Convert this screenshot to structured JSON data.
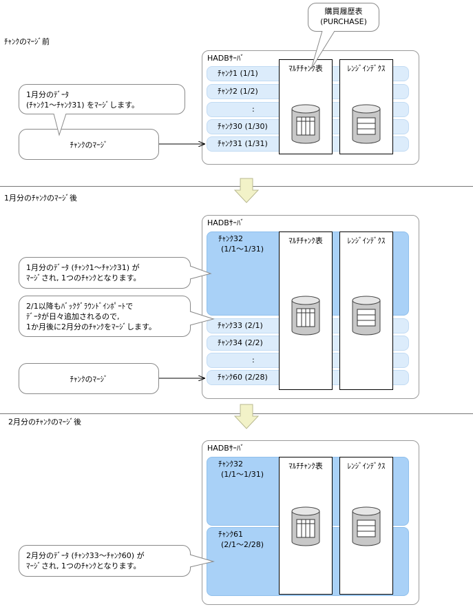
{
  "table_label": {
    "line1": "購買履歴表",
    "line2": "(PURCHASE)"
  },
  "section1": {
    "heading": "ﾁｬﾝｸのﾏｰｼﾞ前",
    "server_label": "HADBｻｰﾊﾞ",
    "chunks": [
      "ﾁｬﾝｸ1 (1/1)",
      "ﾁｬﾝｸ2 (1/2)",
      ":",
      "ﾁｬﾝｸ30 (1/30)",
      "ﾁｬﾝｸ31 (1/31)"
    ],
    "multi_chunk_table": "ﾏﾙﾁﾁｬﾝｸ表",
    "range_index": "ﾚﾝｼﾞｲﾝﾃﾞｸｽ",
    "callout": {
      "line1": "1月分のﾃﾞｰﾀ",
      "line2": "(ﾁｬﾝｸ1～ﾁｬﾝｸ31) をﾏｰｼﾞします。"
    },
    "action": "ﾁｬﾝｸのﾏｰｼﾞ"
  },
  "section2": {
    "heading": "1月分のﾁｬﾝｸのﾏｰｼﾞ後",
    "server_label": "HADBｻｰﾊﾞ",
    "merged_chunk": {
      "line1": "ﾁｬﾝｸ32",
      "line2": "(1/1～1/31)"
    },
    "chunks": [
      "ﾁｬﾝｸ33 (2/1)",
      "ﾁｬﾝｸ34 (2/2)",
      ":",
      "ﾁｬﾝｸ60 (2/28)"
    ],
    "multi_chunk_table": "ﾏﾙﾁﾁｬﾝｸ表",
    "range_index": "ﾚﾝｼﾞｲﾝﾃﾞｸｽ",
    "callout1": {
      "line1": "1月分のﾃﾞｰﾀ (ﾁｬﾝｸ1～ﾁｬﾝｸ31) が",
      "line2": "ﾏｰｼﾞされ, 1つのﾁｬﾝｸとなります。"
    },
    "callout2": {
      "line1": "2/1以降もﾊﾞｯｸｸﾞﾗｳﾝﾄﾞｲﾝﾎﾟｰﾄで",
      "line2": "ﾃﾞｰﾀが日々追加されるので,",
      "line3": "1か月後に2月分のﾁｬﾝｸをﾏｰｼﾞします。"
    },
    "action": "ﾁｬﾝｸのﾏｰｼﾞ"
  },
  "section3": {
    "heading": "2月分のﾁｬﾝｸのﾏｰｼﾞ後",
    "server_label": "HADBｻｰﾊﾞ",
    "merged_chunk1": {
      "line1": "ﾁｬﾝｸ32",
      "line2": "(1/1～1/31)"
    },
    "merged_chunk2": {
      "line1": "ﾁｬﾝｸ61",
      "line2": "(2/1～2/28)"
    },
    "multi_chunk_table": "ﾏﾙﾁﾁｬﾝｸ表",
    "range_index": "ﾚﾝｼﾞｲﾝﾃﾞｸｽ",
    "callout": {
      "line1": "2月分のﾃﾞｰﾀ (ﾁｬﾝｸ33～ﾁｬﾝｸ60) が",
      "line2": "ﾏｰｼﾞされ, 1つのﾁｬﾝｸとなります。"
    }
  },
  "colors": {
    "chunk_light": "#dcecfb",
    "chunk_merged": "#a9d1f7",
    "arrow_fill": "#f2f2c8",
    "cylinder": "#c8c8c8"
  }
}
